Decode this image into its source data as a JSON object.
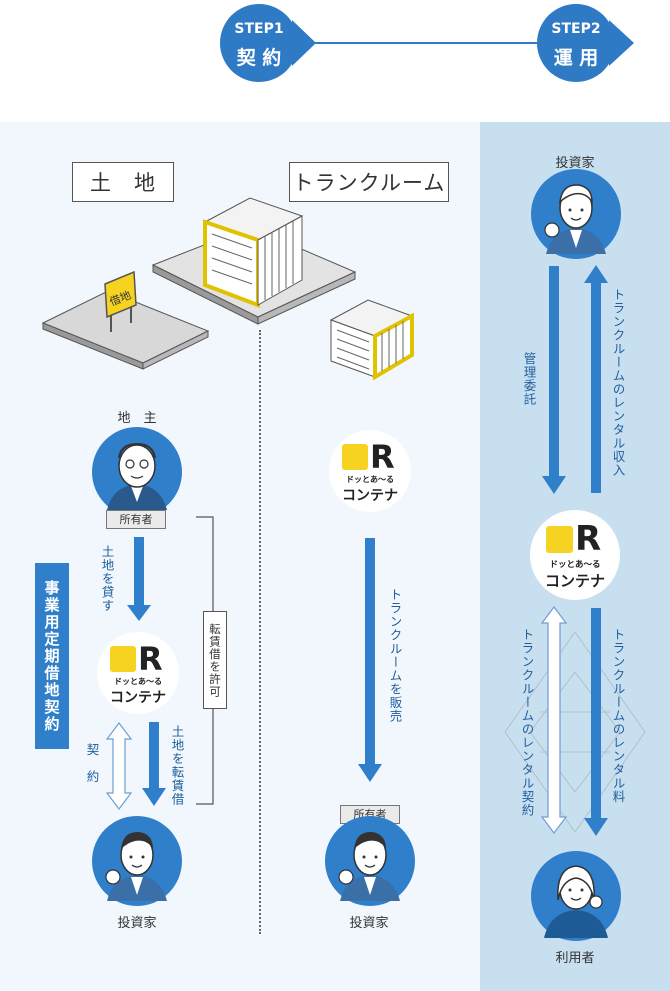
{
  "steps": [
    {
      "label": "STEP1",
      "name": "契 約"
    },
    {
      "label": "STEP2",
      "name": "運 用"
    }
  ],
  "labels": {
    "land": "土　地",
    "trunkroom": "トランクルーム",
    "sign": "借地"
  },
  "landowner": {
    "title": "地　主",
    "tag": "所有者"
  },
  "contract_title": "事業用定期借地契約",
  "arrows": {
    "lend_land": "土地を貸す",
    "contract": "契　約",
    "sublease": "土地を転賃借",
    "permit": "転賃借を許可",
    "sell": "トランクルームを販売",
    "management": "管理委託",
    "rental_income": "トランクルームのレンタル収入",
    "rental_contract": "トランクルームのレンタル契約",
    "rental_fee": "トランクルームのレンタル料"
  },
  "logo": {
    "mark": "R",
    "kana": "ドッとあ～る",
    "name": "コンテナ"
  },
  "investor_left": {
    "label": "投資家"
  },
  "investor_mid": {
    "label": "投資家",
    "tag": "所有者"
  },
  "investor_right": {
    "label": "投資家"
  },
  "user": {
    "label": "利用者"
  },
  "colors": {
    "primary": "#2f7fcb",
    "step": "#2e7ac4",
    "panel_left": "#f1f7fc",
    "panel_right": "#c8dff0",
    "accent_yellow": "#f5d320"
  }
}
